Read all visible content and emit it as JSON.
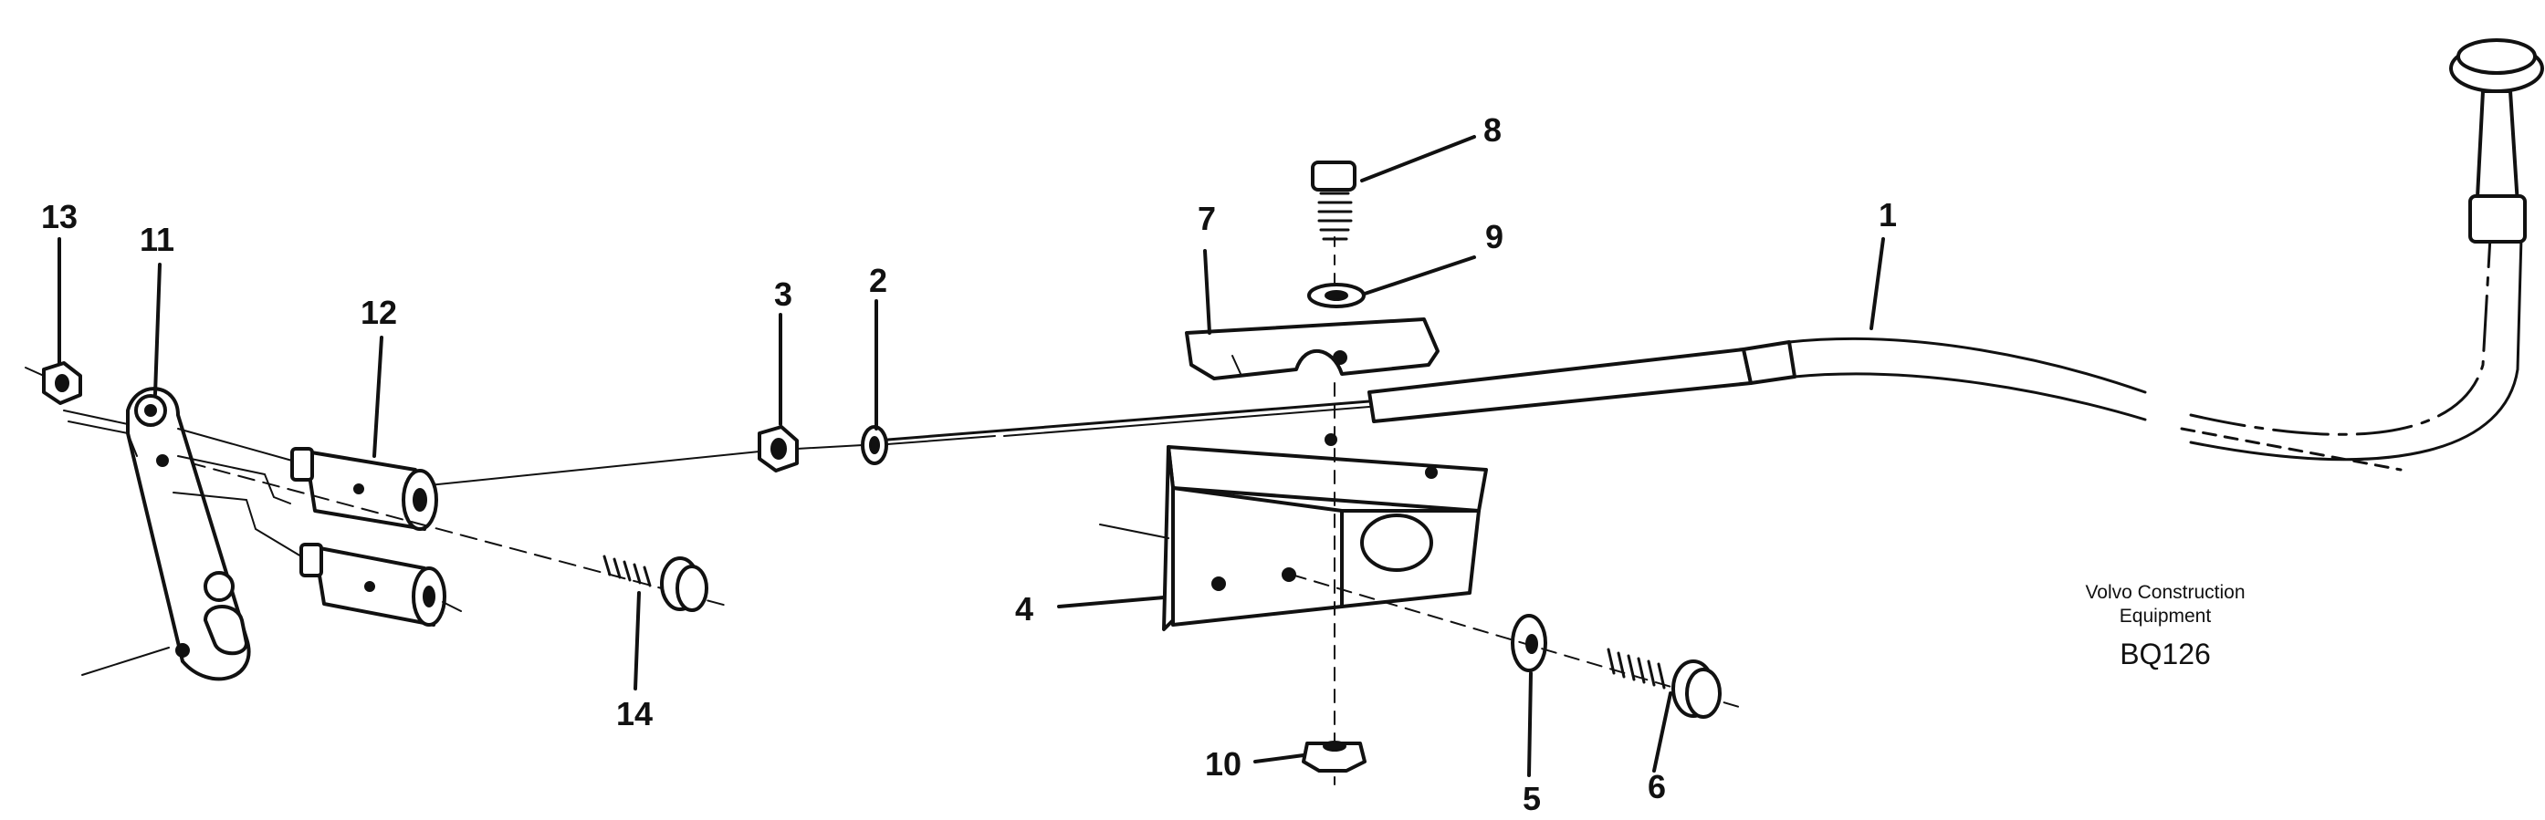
{
  "diagram": {
    "callouts": [
      "1",
      "2",
      "3",
      "4",
      "5",
      "6",
      "7",
      "8",
      "9",
      "10",
      "11",
      "12",
      "13",
      "14"
    ],
    "caption": {
      "line1": "Volvo Construction",
      "line2": "Equipment",
      "code": "BQ126"
    }
  }
}
